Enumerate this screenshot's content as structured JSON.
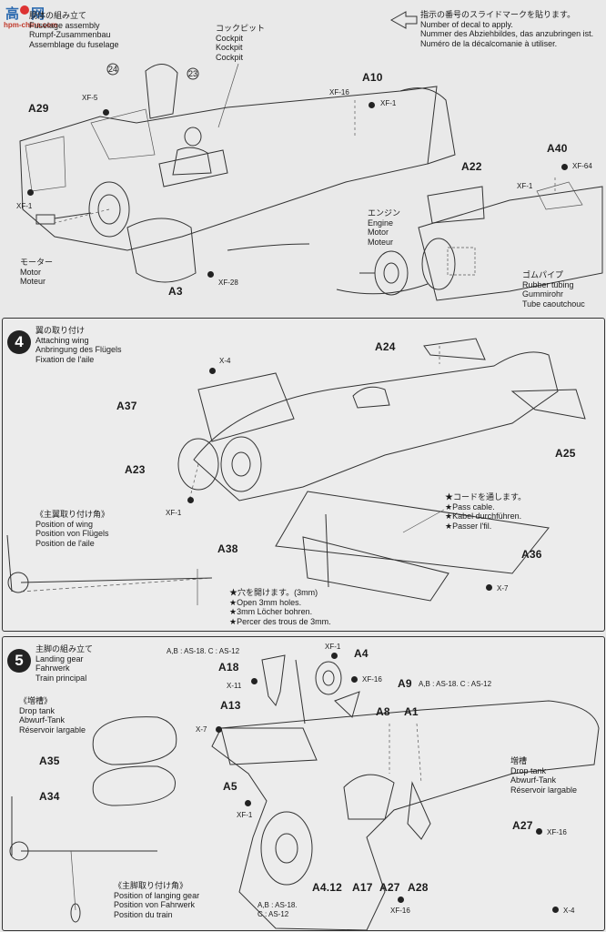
{
  "watermark": {
    "line1": "高",
    "line2": "网",
    "sub": "hpm-china.com"
  },
  "decal_note": {
    "lines": [
      "指示の番号のスライドマークを貼ります。",
      "Number of decal to apply.",
      "Nummer des Abziehbildes, das anzubringen ist.",
      "Numéro de la décalcomanie à utiliser."
    ]
  },
  "step3": {
    "title_lines": [
      "胴体の組み立て",
      "Fuselage assembly",
      "Rumpf-Zusammenbau",
      "Assemblage du fuselage"
    ],
    "cockpit": [
      "コックピット",
      "Cockpit",
      "Kockpit",
      "Cockpit"
    ],
    "engine": [
      "エンジン",
      "Engine",
      "Motor",
      "Moteur"
    ],
    "motor": [
      "モーター",
      "Motor",
      "Moteur"
    ],
    "rubber": [
      "ゴムパイプ",
      "Rubber tubing",
      "Gummirohr",
      "Tube caoutchouc"
    ],
    "parts": {
      "a29": "A29",
      "a10": "A10",
      "a3": "A3",
      "a22": "A22",
      "a40": "A40"
    },
    "paints": {
      "xf5": "XF-5",
      "xf16": "XF-16",
      "xf1a": "XF-1",
      "xf1b": "XF-1",
      "xf28": "XF-28",
      "xf1c": "XF-1",
      "xf64": "XF-64"
    },
    "decals": {
      "d24": "24",
      "d23": "23"
    }
  },
  "step4": {
    "num": "4",
    "title_lines": [
      "翼の取り付け",
      "Attaching wing",
      "Anbringung des Flügels",
      "Fixation de l'aile"
    ],
    "position_lines": [
      "《主翼取り付け角》",
      "Position of wing",
      "Position von Flügels",
      "Position de l'aile"
    ],
    "cable_lines": [
      "★コードを通します。",
      "★Pass cable.",
      "★Kabel durchführen.",
      "★Passer l'fil."
    ],
    "holes_lines": [
      "★穴を開けます。(3mm)",
      "★Open 3mm holes.",
      "★3mm Löcher bohren.",
      "★Percer des trous de 3mm."
    ],
    "parts": {
      "a24": "A24",
      "a37": "A37",
      "a23": "A23",
      "a25": "A25",
      "a38": "A38",
      "a36": "A36"
    },
    "paints": {
      "x4": "X-4",
      "xf1": "XF-1",
      "x7": "X-7"
    }
  },
  "step5": {
    "num": "5",
    "title_lines": [
      "主脚の組み立て",
      "Landing gear",
      "Fahrwerk",
      "Train principal"
    ],
    "drop_tank_lines": [
      "《増槽》",
      "Drop tank",
      "Abwurf-Tank",
      "Réservoir largable"
    ],
    "drop_tank2_lines": [
      "増槽",
      "Drop tank",
      "Abwurf-Tank",
      "Réservoir largable"
    ],
    "gear_pos_lines": [
      "《主脚取り付け角》",
      "Position of langing gear",
      "Position von Fahrwerk",
      "Position du train"
    ],
    "parts": {
      "a18": "A18",
      "a4": "A4",
      "a13": "A13",
      "a8": "A8",
      "a1": "A1",
      "a35": "A35",
      "a34": "A34",
      "a5": "A5",
      "a27": "A27",
      "a412": "A4.12",
      "a17": "A17",
      "a27b": "A27",
      "a28": "A28"
    },
    "paints": {
      "xf1a": "XF-1",
      "x11": "X-11",
      "xf16a": "XF-16",
      "x7": "X-7",
      "xf1b": "XF-1",
      "xf16b": "XF-16",
      "xf16c": "XF-16",
      "x4": "X-4"
    },
    "codes": {
      "top": "A,B : AS-18. C : AS-12",
      "mid": "A,B : AS-18. C : AS-12",
      "bot1": "A,B : AS-18.",
      "bot2": "C : AS-12"
    }
  }
}
